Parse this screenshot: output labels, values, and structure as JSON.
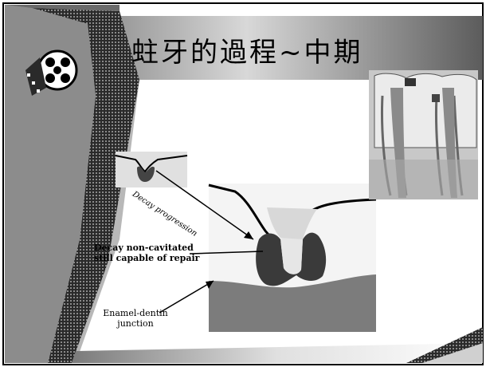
{
  "slide": {
    "title": "蛀牙的過程~中期",
    "labels": {
      "decay_progression": "Decay progression",
      "decay_noncavitated_line1": "Decay non-cavitated",
      "decay_noncavitated_line2": "still capable of repair",
      "enamel_dentin_line1": "Enamel-dentin",
      "enamel_dentin_line2": "junction"
    }
  },
  "colors": {
    "band_dark": "#4a4a4a",
    "band_mid": "#9a9a9a",
    "title_bg": "#bdbdbd",
    "dentin": "#7a7a7a",
    "decay": "#3a3a3a"
  }
}
